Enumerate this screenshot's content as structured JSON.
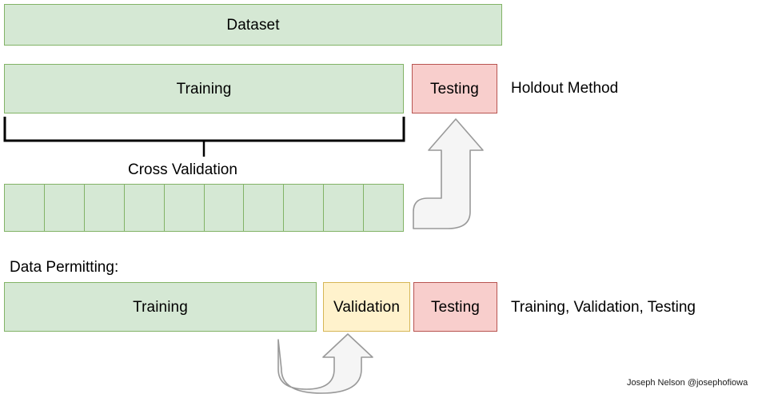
{
  "diagram": {
    "title_text": "Dataset",
    "rows": {
      "dataset": {
        "label": "Dataset",
        "fill": "#d5e8d4",
        "stroke": "#82b366"
      },
      "holdout": {
        "training_label": "Training",
        "testing_label": "Testing",
        "annotation": "Holdout Method",
        "training_fill": "#d5e8d4",
        "training_stroke": "#82b366",
        "testing_fill": "#f8cecc",
        "testing_stroke": "#b85450"
      },
      "cross_validation": {
        "label": "Cross Validation",
        "fold_count": 10,
        "fold_fill": "#d5e8d4",
        "fold_stroke": "#82b366"
      },
      "data_permitting": {
        "heading": "Data Permitting:",
        "training_label": "Training",
        "validation_label": "Validation",
        "testing_label": "Testing",
        "annotation": "Training, Validation, Testing",
        "training_fill": "#d5e8d4",
        "training_stroke": "#82b366",
        "validation_fill": "#fff2cc",
        "validation_stroke": "#d6b656",
        "testing_fill": "#f8cecc",
        "testing_stroke": "#b85450"
      }
    },
    "arrows": {
      "hook_arrow_name": "hook-arrow-up",
      "loop_arrow_name": "loop-arrow-up",
      "fill": "#f5f5f5",
      "stroke": "#999999"
    },
    "bracket": {
      "stroke": "#000000"
    },
    "attribution": "Joseph Nelson @josephofiowa"
  }
}
